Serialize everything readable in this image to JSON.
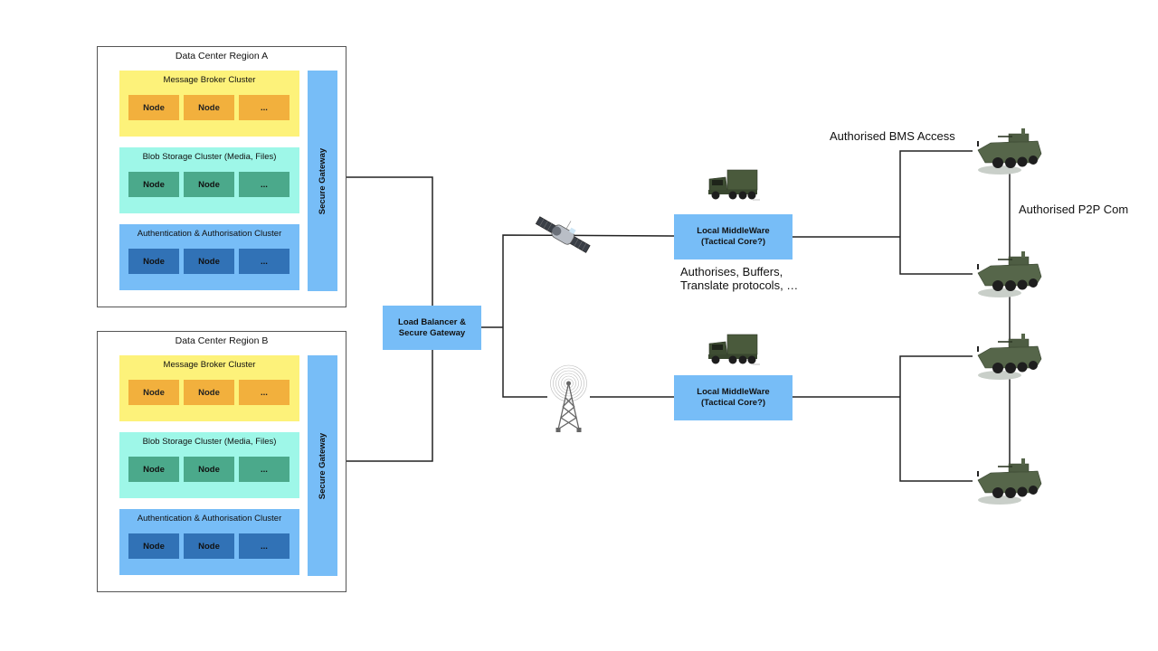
{
  "regions": [
    {
      "title": "Data Center Region A",
      "gateway_label": "Secure Gateway",
      "clusters": [
        {
          "title": "Message Broker Cluster",
          "nodes": [
            "Node",
            "Node",
            "..."
          ]
        },
        {
          "title": "Blob Storage Cluster (Media, Files)",
          "nodes": [
            "Node",
            "Node",
            "..."
          ]
        },
        {
          "title": "Authentication & Authorisation Cluster",
          "nodes": [
            "Node",
            "Node",
            "..."
          ]
        }
      ]
    },
    {
      "title": "Data Center Region B",
      "gateway_label": "Secure Gateway",
      "clusters": [
        {
          "title": "Message Broker Cluster",
          "nodes": [
            "Node",
            "Node",
            "..."
          ]
        },
        {
          "title": "Blob Storage Cluster (Media, Files)",
          "nodes": [
            "Node",
            "Node",
            "..."
          ]
        },
        {
          "title": "Authentication & Authorisation Cluster",
          "nodes": [
            "Node",
            "Node",
            "..."
          ]
        }
      ]
    }
  ],
  "load_balancer": {
    "line1": "Load Balancer &",
    "line2": "Secure Gateway"
  },
  "links": {
    "satellite_icon": "satellite-icon",
    "tower_icon": "radio-tower-icon"
  },
  "middleware": [
    {
      "line1": "Local MiddleWare",
      "line2": "(Tactical Core?)",
      "icon": "military-truck-icon"
    },
    {
      "line1": "Local MiddleWare",
      "line2": "(Tactical Core?)",
      "icon": "military-truck-icon"
    }
  ],
  "middleware_note": {
    "line1": "Authorises, Buffers,",
    "line2": "Translate protocols, …"
  },
  "vehicles_label": "Authorised BMS Access",
  "p2p_label": "Authorised P2P Com",
  "vehicles": [
    "armored-vehicle-icon",
    "armored-vehicle-icon",
    "armored-vehicle-icon",
    "armored-vehicle-icon"
  ],
  "colors": {
    "message_broker_bg": "#fdf27a",
    "message_broker_node": "#f2b03d",
    "blob_storage_bg": "#9ef7e8",
    "blob_storage_node": "#4ba98b",
    "auth_bg": "#77bdf7",
    "auth_node": "#3172b6",
    "gateway": "#77bdf7"
  }
}
